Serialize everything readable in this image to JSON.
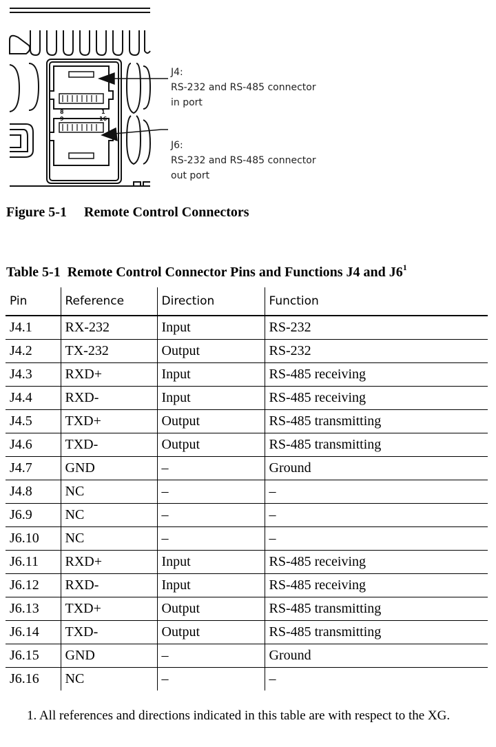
{
  "figure": {
    "connector_labels": {
      "j4_left": "8",
      "j4_right": "1",
      "j6_left": "9",
      "j6_right": "16"
    },
    "callout_j4": {
      "line1": "J4:",
      "line2": "RS-232 and RS-485 connector",
      "line3": "in port"
    },
    "callout_j6": {
      "line1": "J6:",
      "line2": "RS-232 and RS-485 connector",
      "line3": "out port"
    },
    "caption": "Figure 5-1     Remote Control Connectors"
  },
  "table": {
    "caption": "Table 5-1  Remote Control Connector Pins and Functions J4 and J6",
    "caption_footnote_mark": "1",
    "headers": {
      "pin": "Pin",
      "reference": "Reference",
      "direction": "Direction",
      "function": "Function"
    },
    "rows": [
      {
        "pin": "J4.1",
        "reference": "RX-232",
        "direction": "Input",
        "function": "RS-232"
      },
      {
        "pin": "J4.2",
        "reference": "TX-232",
        "direction": "Output",
        "function": "RS-232"
      },
      {
        "pin": "J4.3",
        "reference": "RXD+",
        "direction": "Input",
        "function": "RS-485 receiving"
      },
      {
        "pin": "J4.4",
        "reference": "RXD-",
        "direction": "Input",
        "function": "RS-485 receiving"
      },
      {
        "pin": "J4.5",
        "reference": "TXD+",
        "direction": "Output",
        "function": "RS-485 transmitting"
      },
      {
        "pin": "J4.6",
        "reference": "TXD-",
        "direction": "Output",
        "function": "RS-485 transmitting"
      },
      {
        "pin": "J4.7",
        "reference": "GND",
        "direction": "–",
        "function": "Ground"
      },
      {
        "pin": "J4.8",
        "reference": "NC",
        "direction": "–",
        "function": "–"
      },
      {
        "pin": "J6.9",
        "reference": "NC",
        "direction": "–",
        "function": "–"
      },
      {
        "pin": "J6.10",
        "reference": "NC",
        "direction": "–",
        "function": "–"
      },
      {
        "pin": "J6.11",
        "reference": "RXD+",
        "direction": "Input",
        "function": "RS-485 receiving"
      },
      {
        "pin": "J6.12",
        "reference": "RXD-",
        "direction": "Input",
        "function": "RS-485 receiving"
      },
      {
        "pin": "J6.13",
        "reference": "TXD+",
        "direction": "Output",
        "function": "RS-485 transmitting"
      },
      {
        "pin": "J6.14",
        "reference": "TXD-",
        "direction": "Output",
        "function": "RS-485 transmitting"
      },
      {
        "pin": "J6.15",
        "reference": "GND",
        "direction": "–",
        "function": "Ground"
      },
      {
        "pin": "J6.16",
        "reference": "NC",
        "direction": "–",
        "function": "–"
      }
    ]
  },
  "footnote": "1. All references and directions indicated in this table are with respect to the XG."
}
